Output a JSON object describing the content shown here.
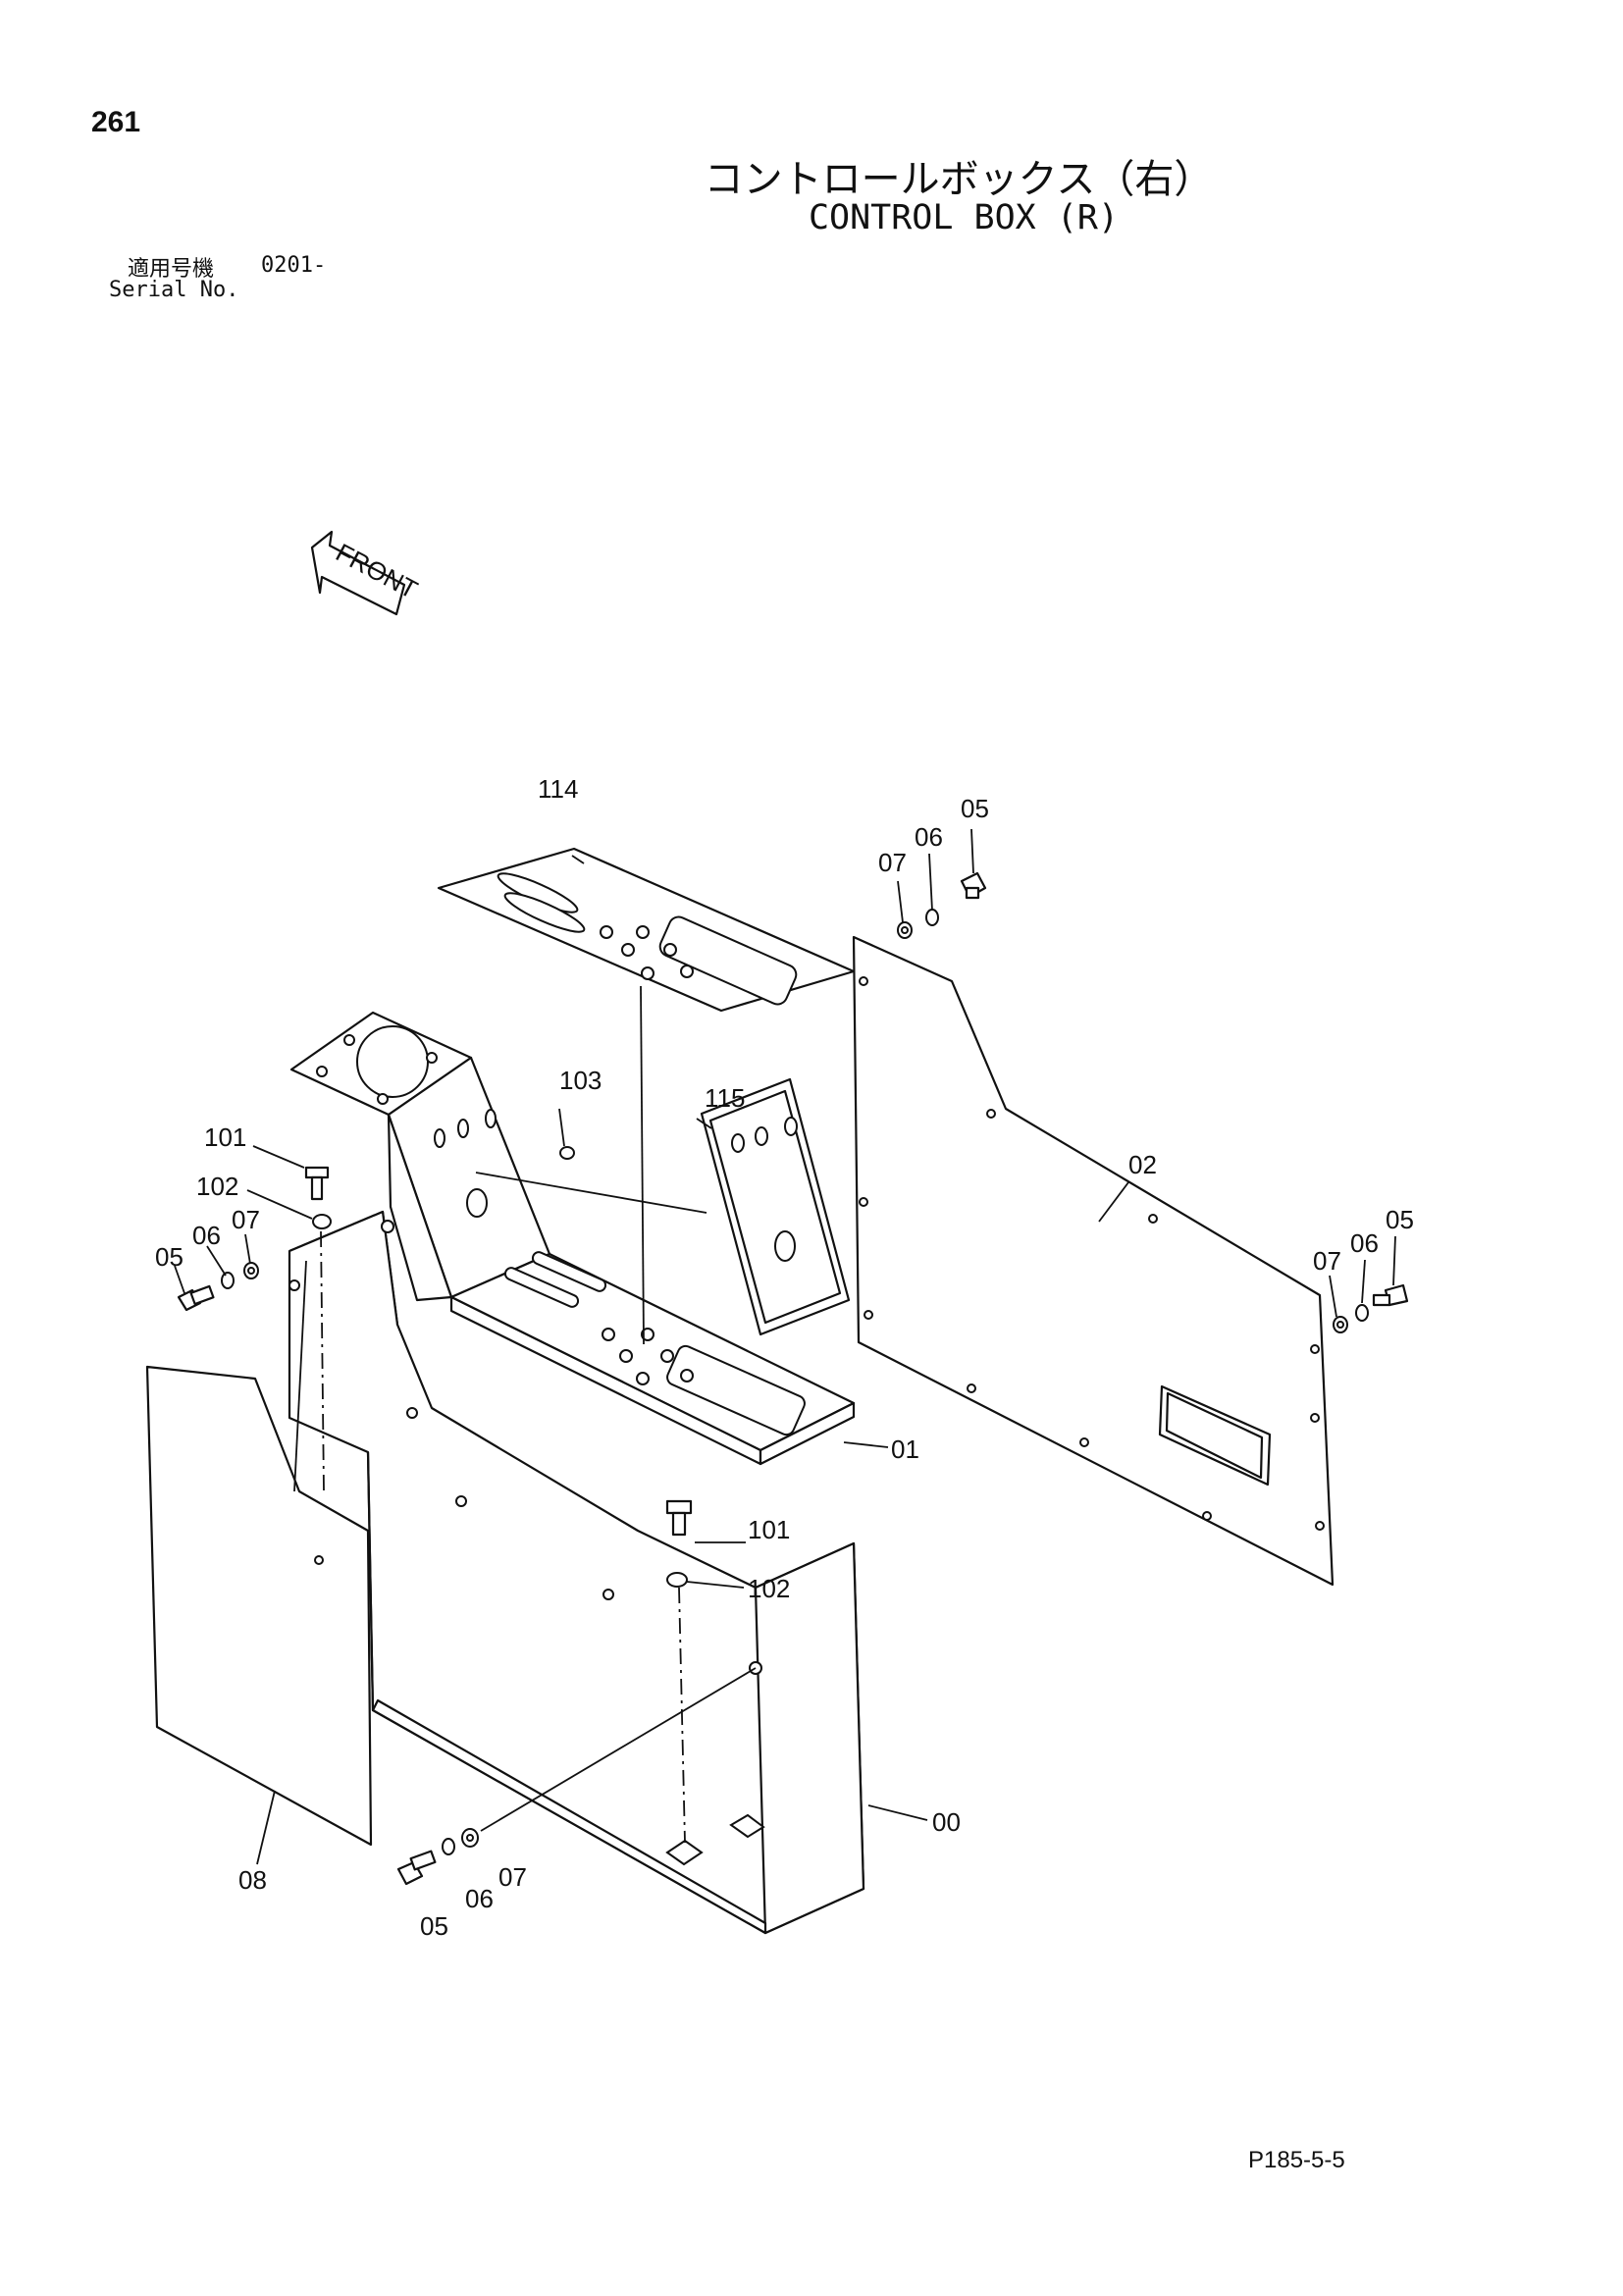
{
  "header": {
    "page_number": "261",
    "title_jp": "コントロールボックス（右）",
    "title_en": "CONTROL BOX (R)",
    "serial_label_jp": "適用号機",
    "serial_value": "0201-",
    "serial_label_en": "Serial No."
  },
  "front_marker": "FRONT",
  "parts": {
    "p00": "00",
    "p01": "01",
    "p02": "02",
    "p05": "05",
    "p06": "06",
    "p07": "07",
    "p08": "08",
    "p101": "101",
    "p102": "102",
    "p103": "103",
    "p114": "114",
    "p115": "115"
  },
  "footer": {
    "doc_code": "P185-5-5"
  }
}
